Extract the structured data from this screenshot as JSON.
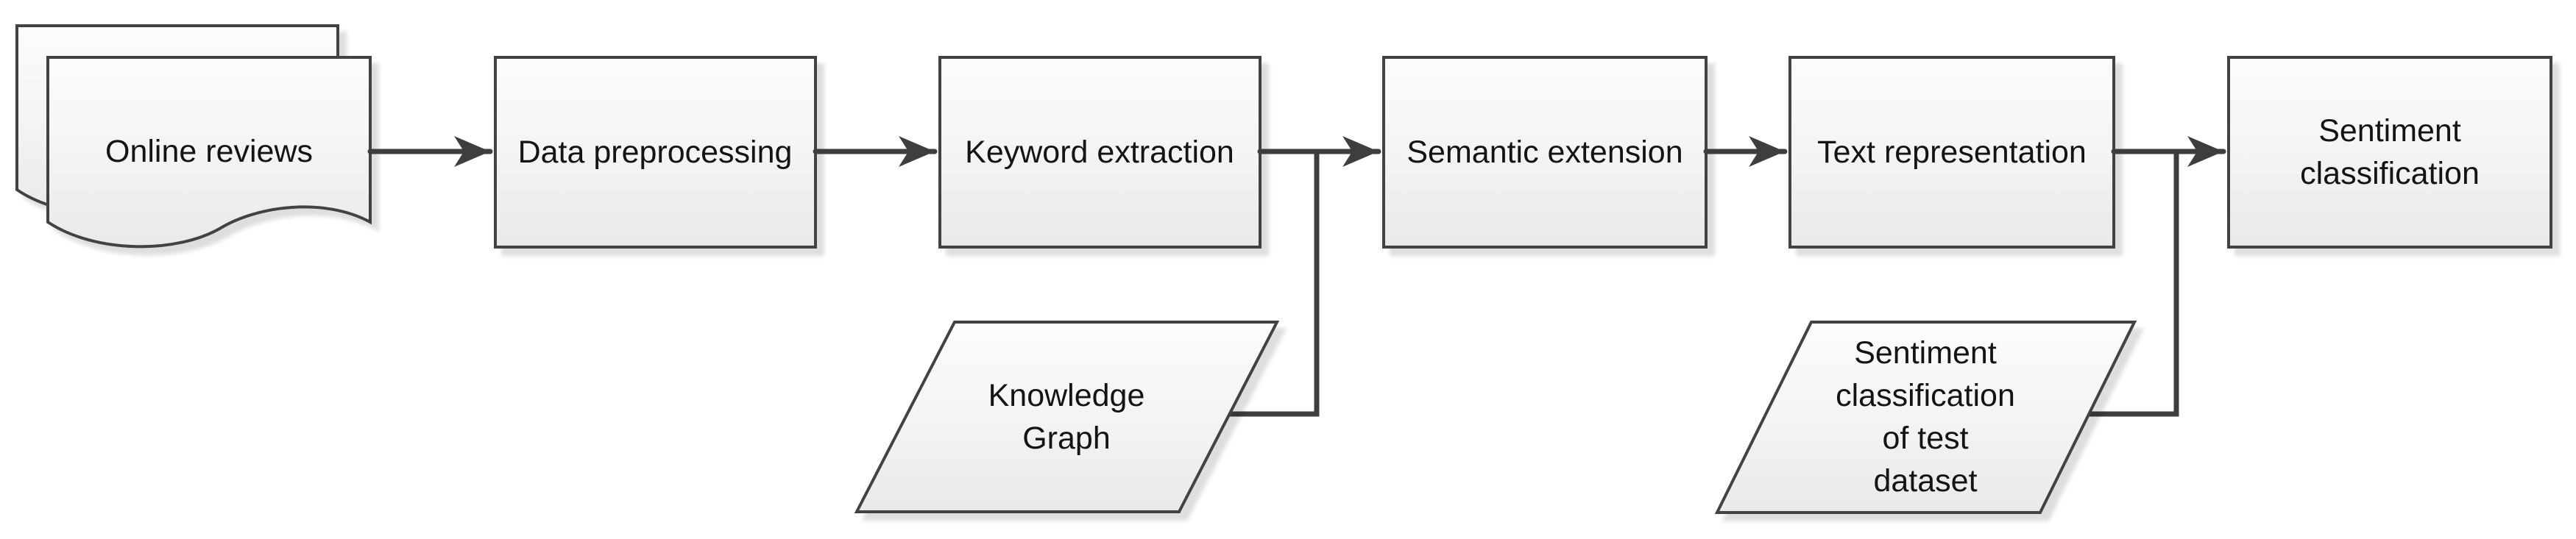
{
  "app": {
    "type": "flowchart-diagram",
    "description": "Sentiment classification pipeline flowchart"
  },
  "colors": {
    "background": "#ffffff",
    "shape_border": "#424242",
    "shape_fill_top": "#fcfcfc",
    "shape_fill_mid": "#f4f4f4",
    "shape_fill_bottom": "#e9e9e9",
    "connector": "#3e3e3e",
    "text": "#141414"
  },
  "nodes": {
    "online_reviews": {
      "shape": "multidocument",
      "label": "Online reviews",
      "lines": [
        "Online reviews"
      ]
    },
    "data_preprocessing": {
      "shape": "process",
      "label": "Data preprocessing",
      "lines": [
        "Data preprocessing"
      ]
    },
    "keyword_extraction": {
      "shape": "process",
      "label": "Keyword extraction",
      "lines": [
        "Keyword extraction"
      ]
    },
    "semantic_extension": {
      "shape": "process",
      "label": "Semantic extension",
      "lines": [
        "Semantic extension"
      ]
    },
    "text_representation": {
      "shape": "process",
      "label": "Text representation",
      "lines": [
        "Text representation"
      ]
    },
    "sentiment_classification": {
      "shape": "process",
      "label": "Sentiment classification",
      "lines": [
        "Sentiment",
        "classification"
      ]
    },
    "knowledge_graph": {
      "shape": "parallelogram",
      "label": "Knowledge Graph",
      "lines": [
        "Knowledge",
        "Graph"
      ]
    },
    "sentiment_classification_of_test_dataset": {
      "shape": "parallelogram",
      "label": "Sentiment classification of test dataset",
      "lines": [
        "Sentiment",
        "classification",
        "of test",
        "dataset"
      ]
    }
  },
  "connections": [
    {
      "from": "online_reviews",
      "to": "data_preprocessing",
      "style": "arrow"
    },
    {
      "from": "data_preprocessing",
      "to": "keyword_extraction",
      "style": "arrow"
    },
    {
      "from": "keyword_extraction",
      "to": "semantic_extension",
      "style": "arrow"
    },
    {
      "from": "semantic_extension",
      "to": "text_representation",
      "style": "arrow"
    },
    {
      "from": "text_representation",
      "to": "sentiment_classification",
      "style": "arrow"
    },
    {
      "from": "knowledge_graph",
      "joins": "keyword_extraction -> semantic_extension",
      "style": "elbow-join"
    },
    {
      "from": "sentiment_classification_of_test_dataset",
      "joins": "text_representation -> sentiment_classification",
      "style": "elbow-join"
    }
  ]
}
